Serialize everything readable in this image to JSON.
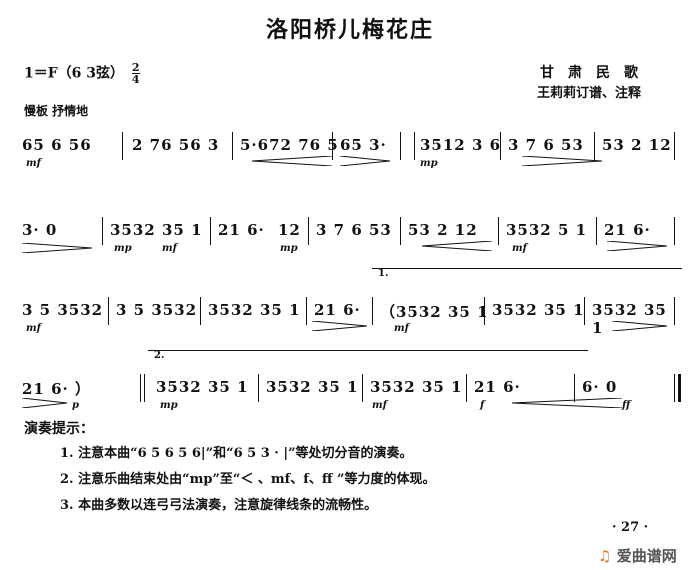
{
  "title": "洛阳桥儿梅花庄",
  "key_signature": "1＝F（6  3弦）",
  "time_signature": {
    "top": "2",
    "bottom": "4"
  },
  "attribution": {
    "genre": "甘肃民歌",
    "editor": "王莉莉订谱、注释"
  },
  "tempo_marking": "慢板   抒情地",
  "rows": [
    {
      "measures": [
        "65  6  56",
        "2 76  56 3",
        "5·672  76 5",
        "65  3·",
        "3512  3 6",
        "3 7  6 53",
        "53  2  12"
      ],
      "dynamics": [
        "mf",
        "",
        "",
        "",
        "mp",
        "",
        ""
      ]
    },
    {
      "measures": [
        "3·  0",
        "3532  35 1",
        "21  6·",
        "12",
        "3 7  6 53",
        "53  2  12",
        "3532  5 1",
        "21  6·"
      ],
      "dynamics": [
        "",
        "mp",
        "mf",
        "mp",
        "",
        "",
        "mf",
        ""
      ]
    },
    {
      "measures": [
        "3 5  3532",
        "3 5  3532",
        "3532  35 1",
        "21  6·",
        "（3532  35 1",
        "3532  35 1",
        "3532  35 1"
      ],
      "dynamics": [
        "mf",
        "",
        "",
        "",
        "mf",
        "",
        ""
      ],
      "volta": "1."
    },
    {
      "measures": [
        "21  6·  ）",
        "3532  35 1",
        "3532  35 1",
        "3532  35 1",
        "21  6·",
        "6·  0"
      ],
      "dynamics": [
        "p",
        "mp",
        "",
        "mf",
        "f",
        "ff"
      ],
      "volta": "2."
    }
  ],
  "tips": {
    "heading": "演奏提示：",
    "items": [
      "1. 注意本曲“6 5  6  5 6|”和“6 5  3 ·  |”等处切分音的演奏。",
      "2. 注意乐曲结束处由“mp”至“＜ 、mf、f、ff ”等力度的体现。",
      "3. 本曲多数以连弓弓法演奏，注意旋律线条的流畅性。"
    ]
  },
  "page_number": "· 27 ·",
  "watermark": "爱曲谱网"
}
